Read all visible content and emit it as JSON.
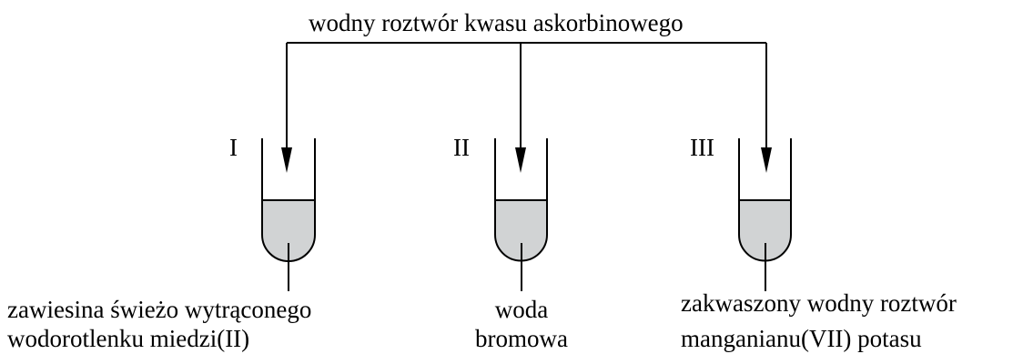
{
  "reagent_label": "wodny roztwór kwasu askorbinowego",
  "tubes": [
    {
      "numeral": "I",
      "contents_lines": [
        "zawiesina świeżo wytrąconego",
        "wodorotlenku miedzi(II)"
      ]
    },
    {
      "numeral": "II",
      "contents_lines": [
        "woda",
        "bromowa"
      ]
    },
    {
      "numeral": "III",
      "contents_lines": [
        "zakwaszony wodny roztwór",
        "manganianu(VII) potasu"
      ]
    }
  ],
  "colors": {
    "line": "#000000",
    "liquid": "#d1d3d4",
    "background": "#ffffff"
  }
}
